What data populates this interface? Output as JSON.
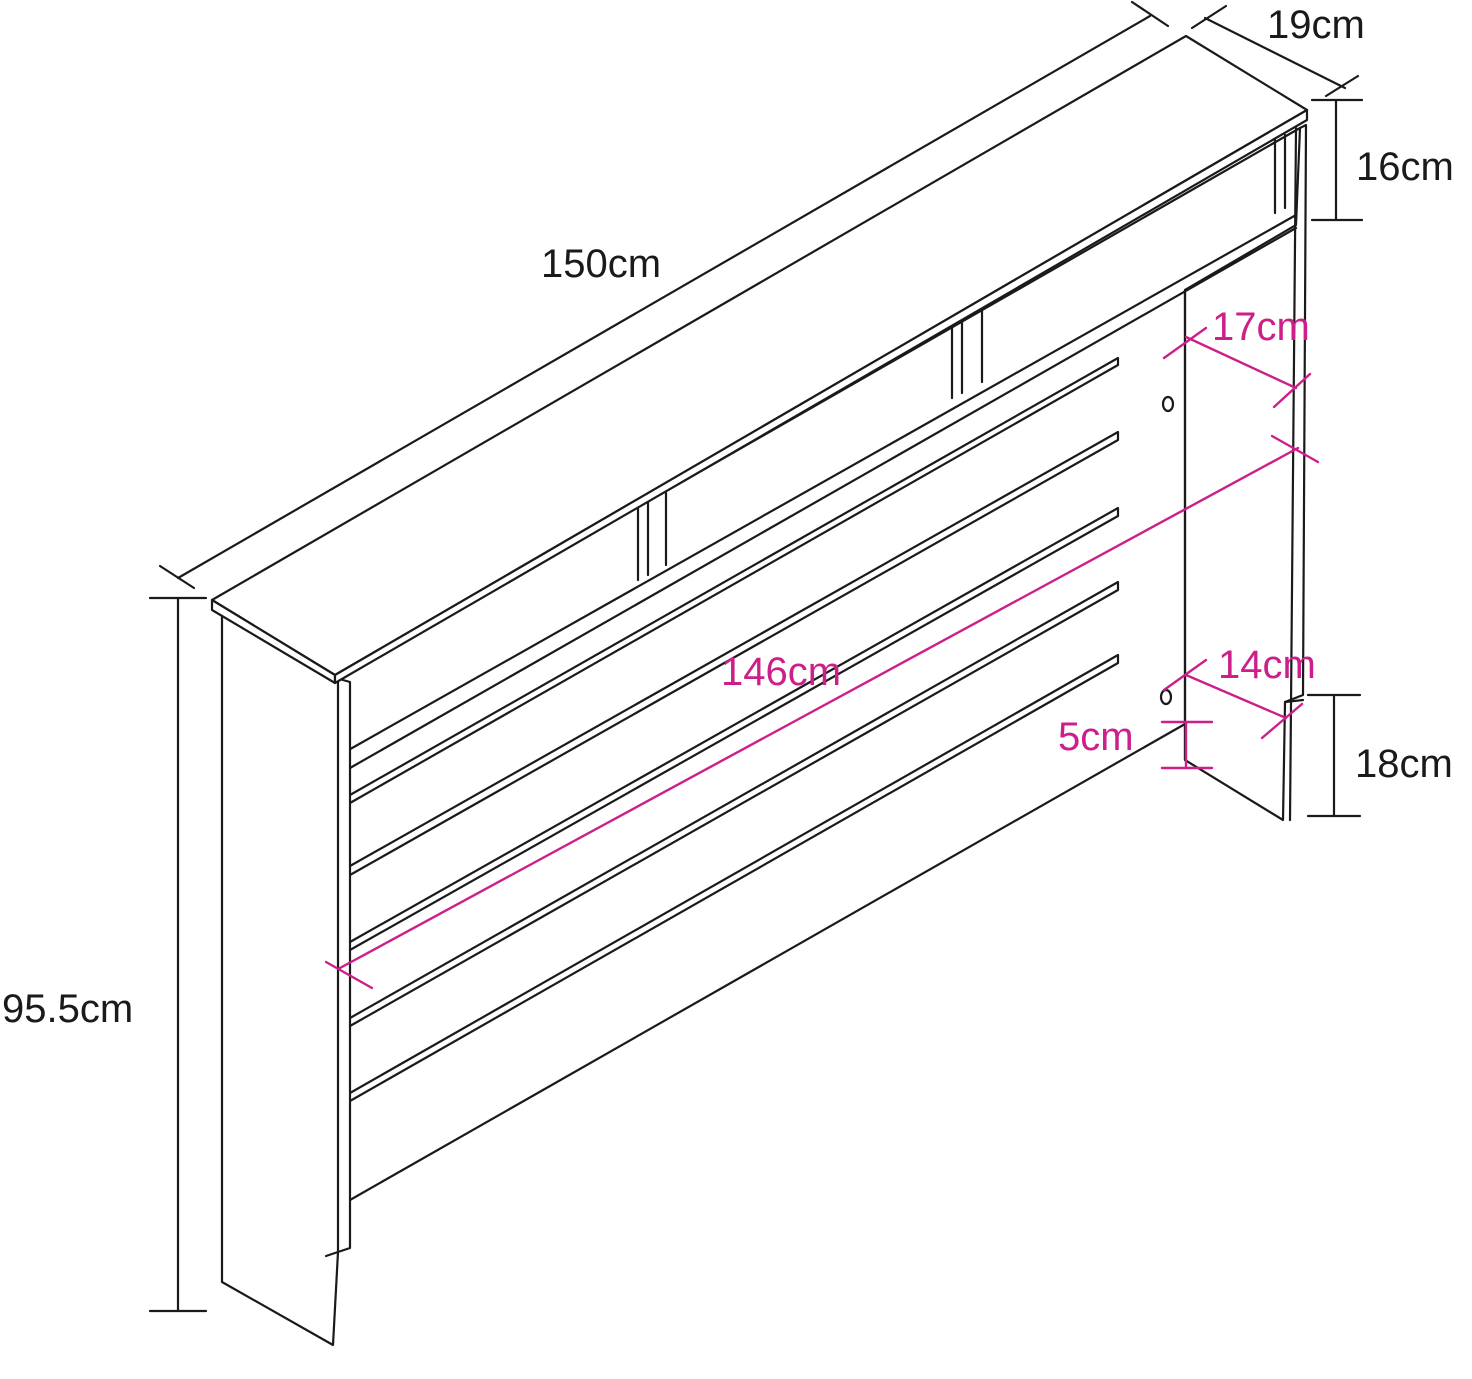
{
  "colors": {
    "line": "#1a1a1a",
    "accent": "#cc1f8a",
    "background": "#ffffff"
  },
  "labels": {
    "width": "150cm",
    "depth": "19cm",
    "top_height": "16cm",
    "height": "95.5cm",
    "inner_width": "146cm",
    "inner_depth": "17cm",
    "base_depth": "14cm",
    "base_height": "18cm",
    "foot_gap": "5cm"
  }
}
